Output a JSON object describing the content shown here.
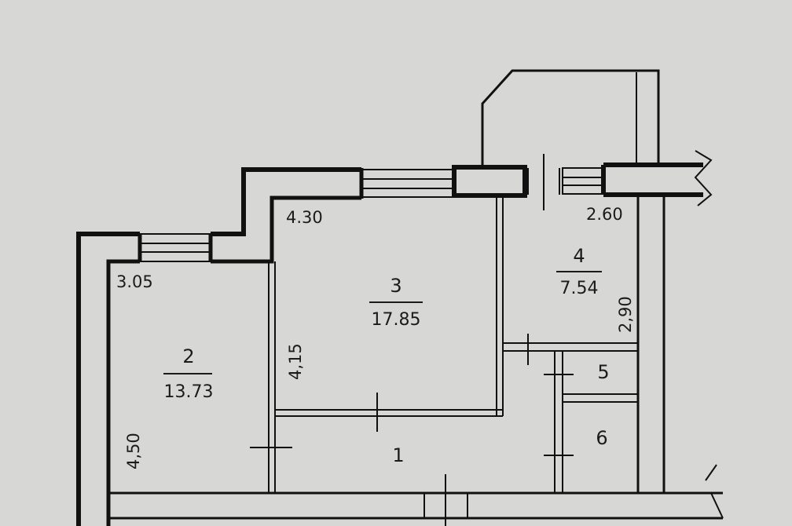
{
  "rooms": [
    {
      "id": "2",
      "number": "2",
      "area": "13.73"
    },
    {
      "id": "3",
      "number": "3",
      "area": "17.85"
    },
    {
      "id": "4",
      "number": "4",
      "area": "7.54"
    },
    {
      "id": "5",
      "number": "5"
    },
    {
      "id": "6",
      "number": "6"
    },
    {
      "id": "1",
      "number": "1"
    }
  ],
  "dimensions": {
    "room2_width": "3.05",
    "room2_length": "4,50",
    "room3_width": "4.30",
    "room3_length": "4,15",
    "room4_width": "2.60",
    "room4_length": "2,90"
  },
  "colors": {
    "background": "#d7d7d5",
    "wall": "#111111",
    "line": "#1b1b1b"
  }
}
